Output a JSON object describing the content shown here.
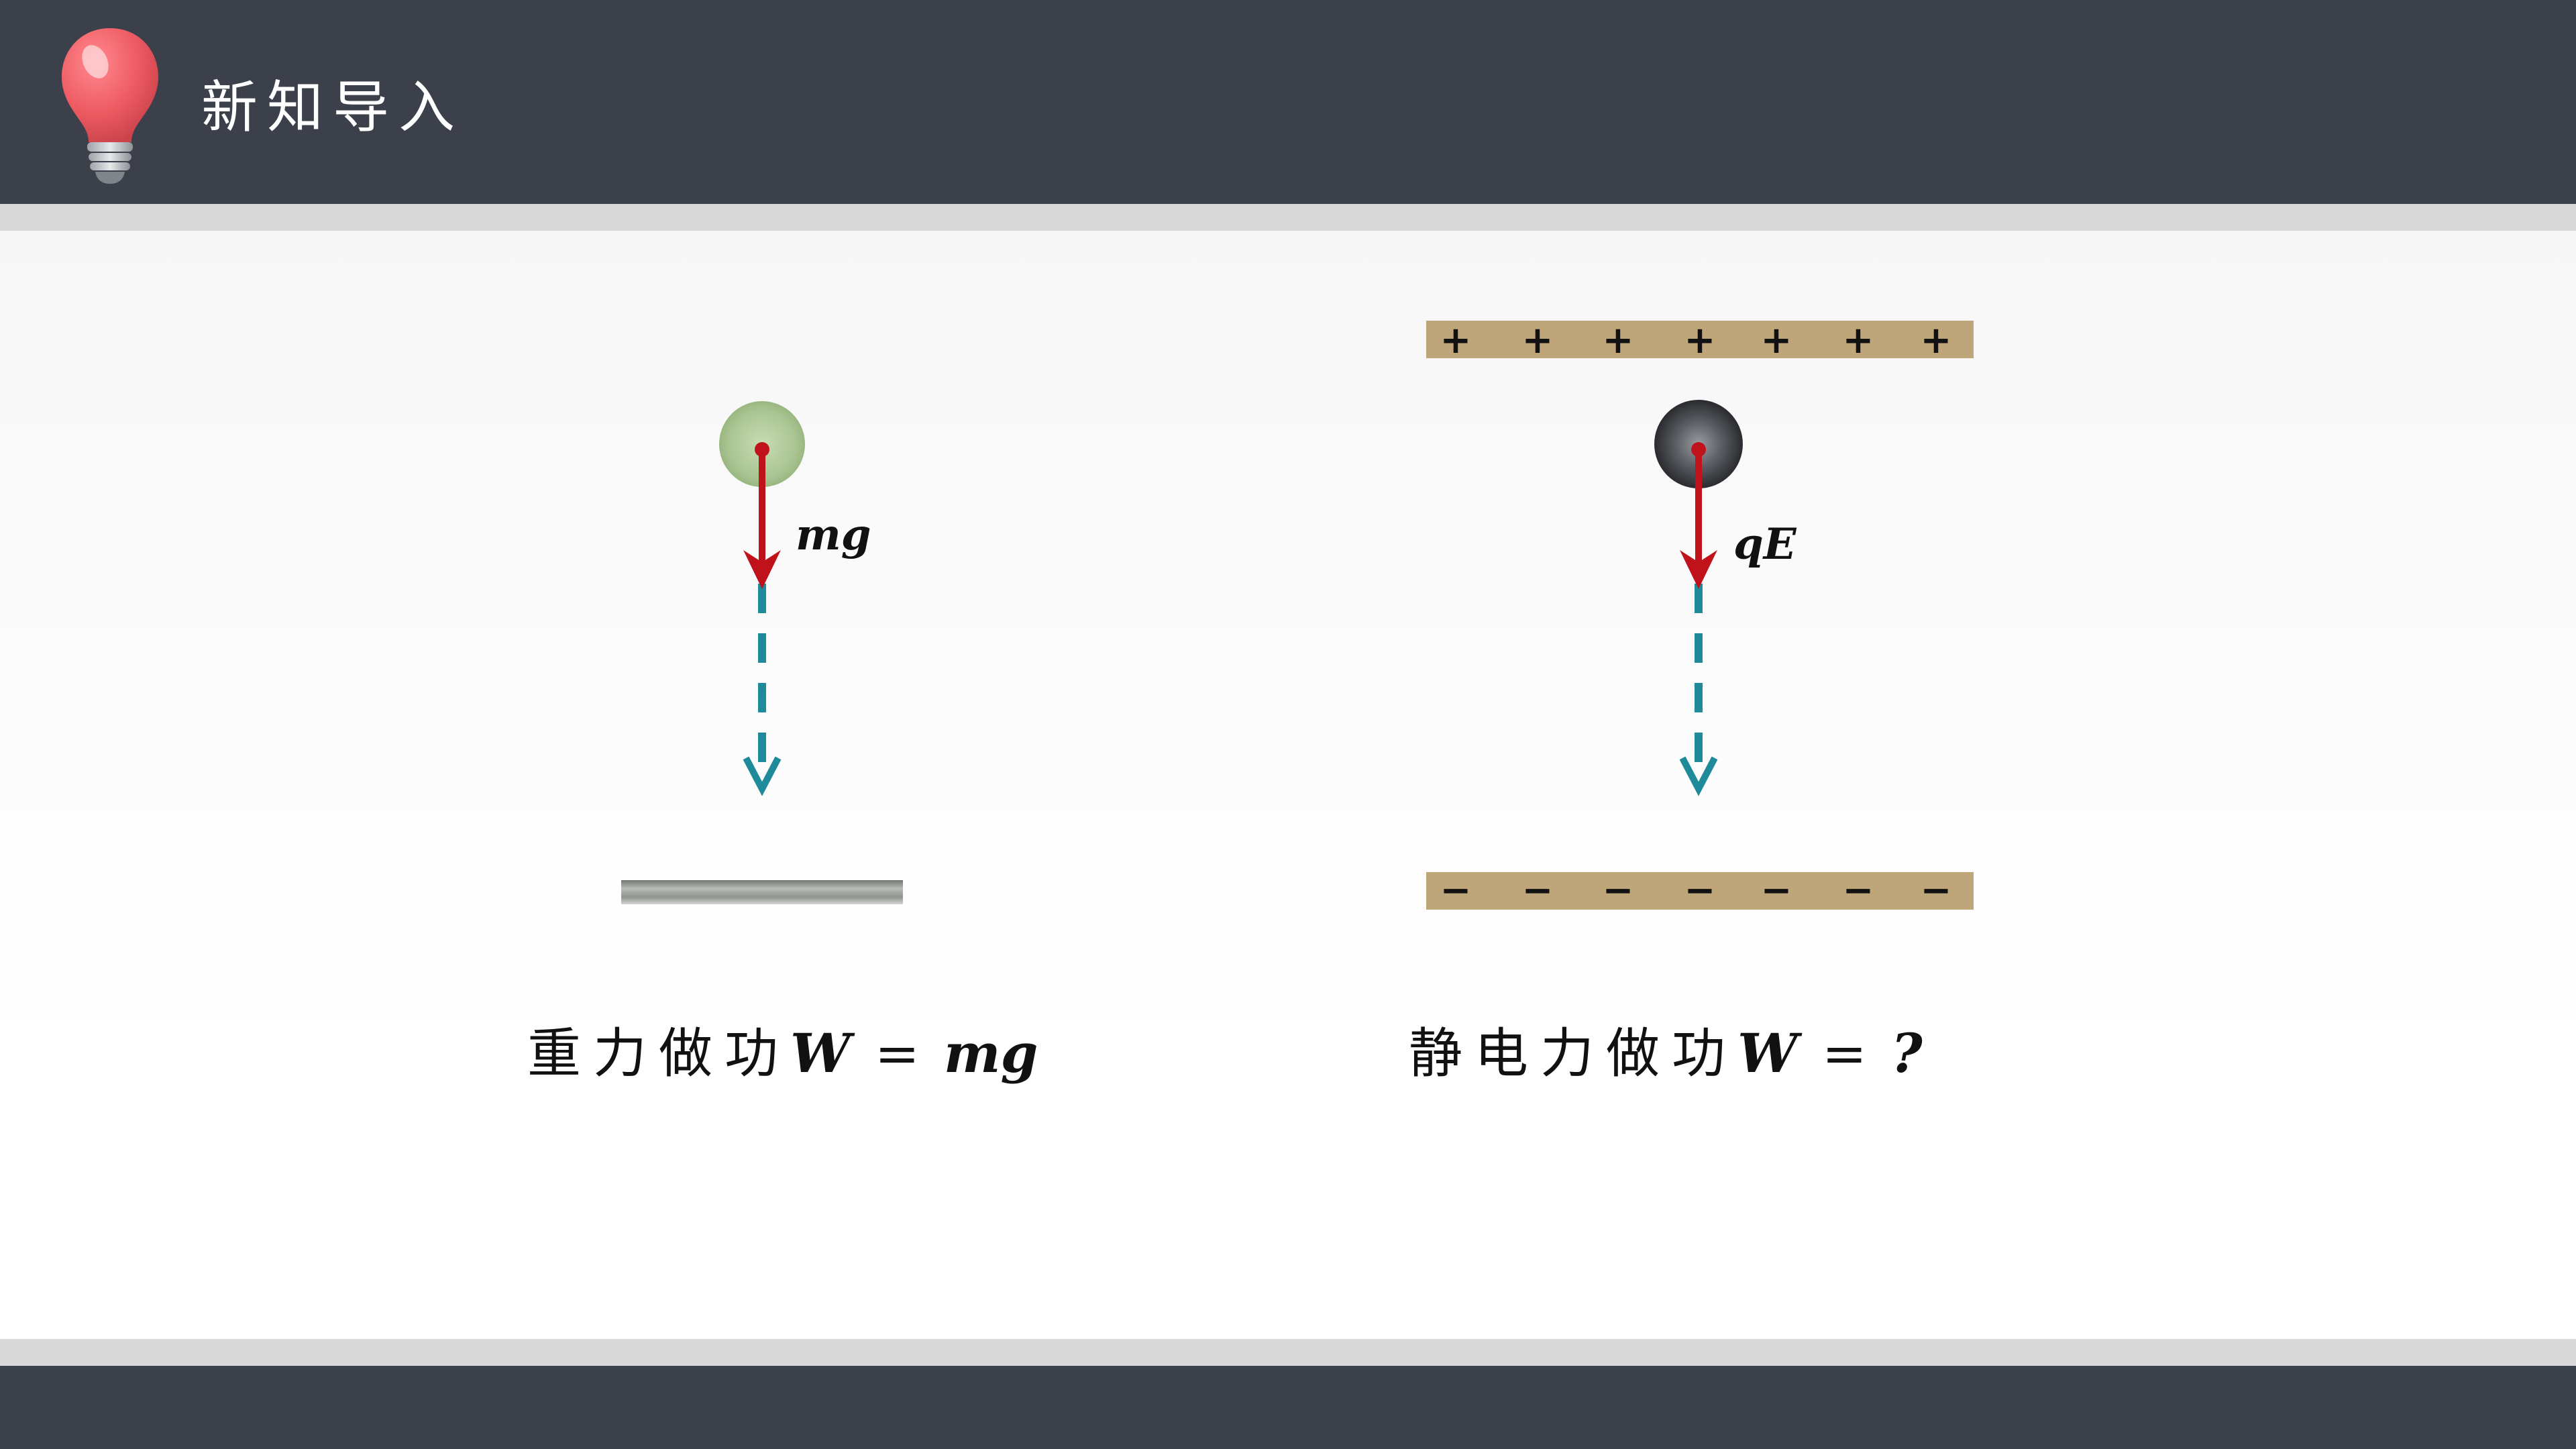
{
  "header": {
    "title": "新知导入",
    "bulb_icon": "lightbulb-icon"
  },
  "gravity_case": {
    "force_label": "mg",
    "caption_text": "重力做功",
    "caption_var": "W",
    "caption_eq": "=",
    "caption_expr": "mg"
  },
  "electric_case": {
    "force_label": "qE",
    "top_plate_signs": [
      "+",
      "+",
      "+",
      "+",
      "+",
      "+",
      "+"
    ],
    "bottom_plate_signs": [
      "−",
      "−",
      "−",
      "−",
      "−",
      "−",
      "−"
    ],
    "caption_text": "静电力做功",
    "caption_var": "W",
    "caption_eq": "=",
    "caption_expr": "?"
  },
  "colors": {
    "header_bg": "#3b404b",
    "stripe": "#d9d9d9",
    "force_arrow": "#c0121b",
    "path_arrow": "#1e8a9a",
    "plate": "#bfa57a",
    "ground": "#8f9591",
    "mass_ball": "#a8c48e",
    "charge_ball": "#4a4b50",
    "bulb": "#ee5a62"
  }
}
